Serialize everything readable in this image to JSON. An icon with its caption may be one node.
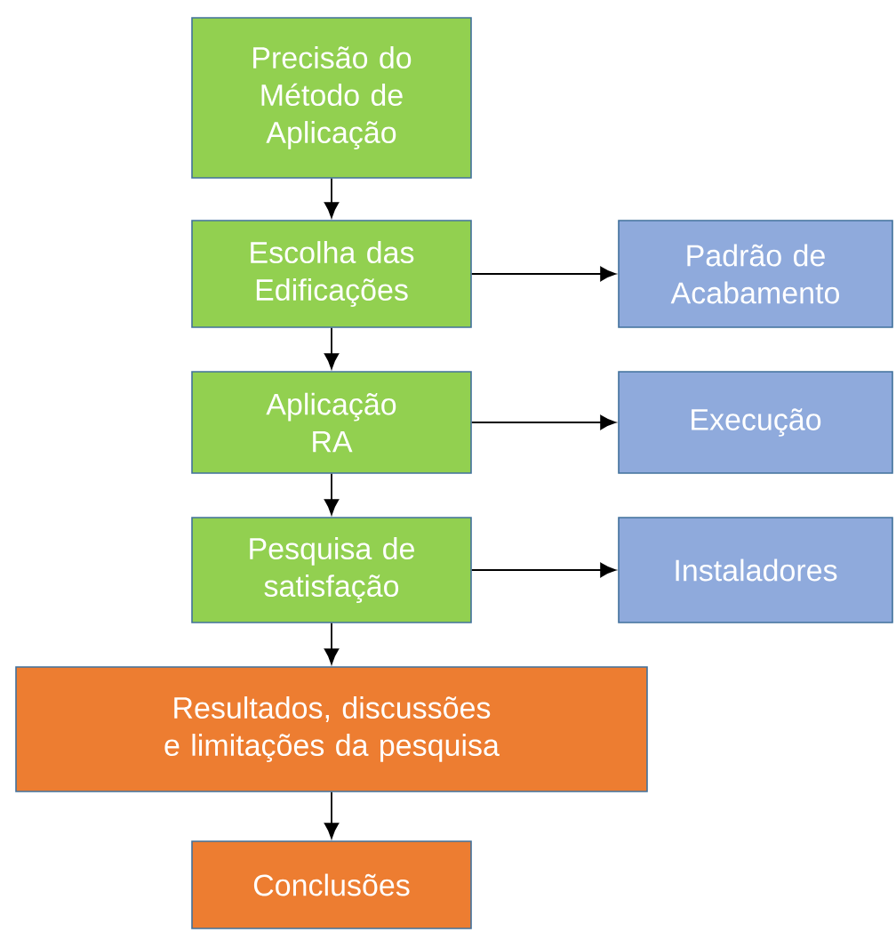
{
  "diagram": {
    "nodes": [
      {
        "text": [
          "Precisão do Método de Aplicação"
        ]
      },
      {
        "text": [
          "Escolha das Edificações"
        ]
      },
      {
        "text": [
          "Padrão de Acabamento"
        ]
      },
      {
        "text": [
          "Aplicação RA"
        ]
      },
      {
        "text": [
          "Execução"
        ]
      },
      {
        "text": [
          "Pesquisa de satisfação"
        ]
      },
      {
        "text": [
          "Instaladores"
        ]
      },
      {
        "text": [
          "Resultados, discussões e limitações da pesquisa"
        ]
      },
      {
        "text": [
          "Conclusões"
        ]
      }
    ],
    "edges": [
      {
        "from": 0,
        "to": 1,
        "arrow": "to"
      },
      {
        "from": 1,
        "to": 2,
        "arrow": "to"
      },
      {
        "from": 1,
        "to": 3,
        "arrow": "to"
      },
      {
        "from": 3,
        "to": 4,
        "arrow": "to"
      },
      {
        "from": 3,
        "to": 5,
        "arrow": "to"
      },
      {
        "from": 5,
        "to": 6,
        "arrow": "to"
      },
      {
        "from": 5,
        "to": 7,
        "arrow": "to"
      },
      {
        "from": 7,
        "to": 8,
        "arrow": "to"
      }
    ]
  }
}
